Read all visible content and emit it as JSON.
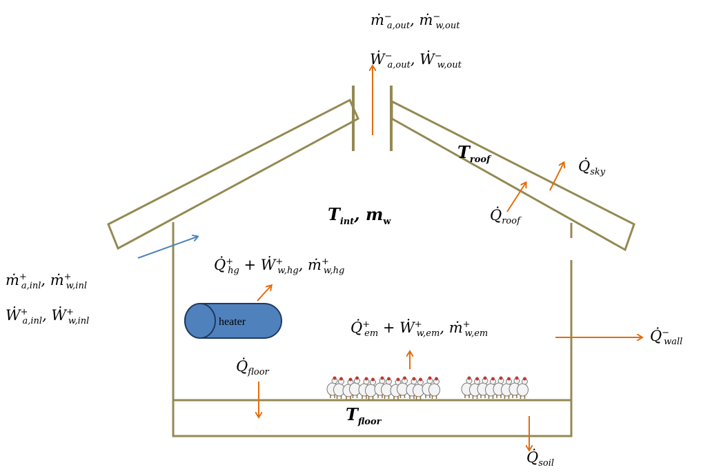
{
  "colors": {
    "wall": "#938953",
    "heat_arrow": "#e46c0a",
    "air_arrow": "#4f81bd",
    "heater_fill": "#4f81bd",
    "heater_stroke": "#1f3a5f"
  },
  "labels": {
    "outlet_mass": [
      "ṁ",
      "−",
      "a,out",
      ", ṁ",
      "−",
      "w,out"
    ],
    "outlet_work": [
      "Ẇ",
      "−",
      "a,out",
      ", Ẇ",
      "−",
      "w,out"
    ],
    "inlet_mass": [
      "ṁ",
      "+",
      "a,inl",
      ", ṁ",
      "+",
      "w,inl"
    ],
    "inlet_work": [
      "Ẇ",
      "+",
      "a,inl",
      ", Ẇ",
      "+",
      "w,inl"
    ],
    "q_sky": [
      "Q̇",
      "sky"
    ],
    "q_roof": [
      "Q̇",
      "roof"
    ],
    "t_roof": [
      "T",
      "roof"
    ],
    "t_int": [
      "T",
      "int",
      ", m",
      "w"
    ],
    "heater_gain": [
      "Q̇",
      "+",
      "hg",
      " + Ẇ",
      "+",
      "w,hg",
      ", ṁ",
      "+",
      "w,hg"
    ],
    "animal_emission": [
      "Q̇",
      "+",
      "em",
      " + Ẇ",
      "+",
      "w,em",
      ", ṁ",
      "+",
      "w,em"
    ],
    "q_wall": [
      "Q̇",
      "−",
      "wall"
    ],
    "q_floor": [
      "Q̇",
      "floor"
    ],
    "t_floor": [
      "T",
      "floor"
    ],
    "q_soil": [
      "Q̇",
      "soil"
    ],
    "heater": "heater"
  }
}
